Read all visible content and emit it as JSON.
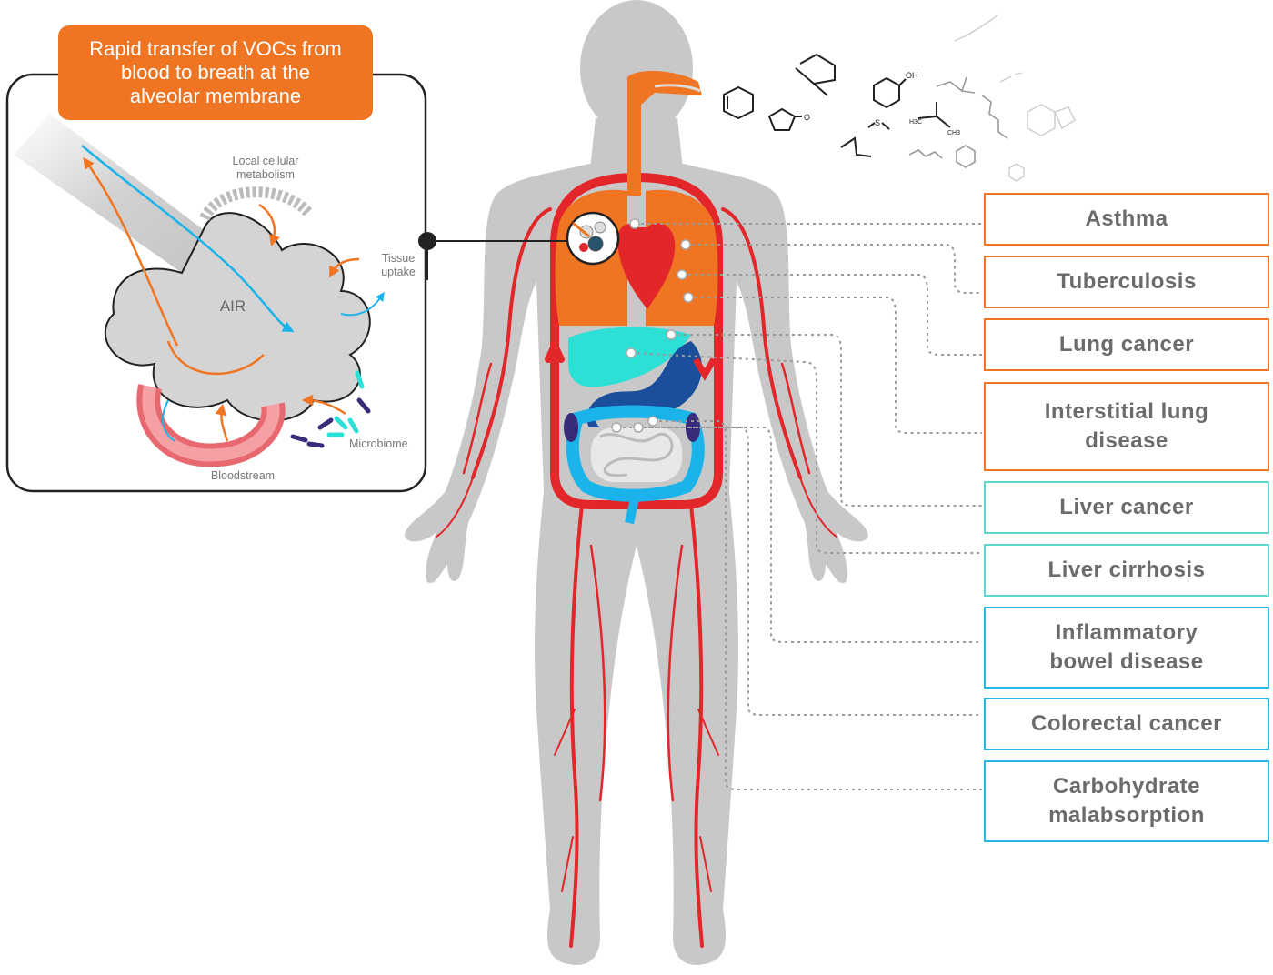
{
  "callout": {
    "line1": "Rapid transfer of VOCs from",
    "line2": "blood to breath at the",
    "line3": "alveolar membrane"
  },
  "inset": {
    "air_label": "AIR",
    "metabolism_line1": "Local cellular",
    "metabolism_line2": "metabolism",
    "tissue_line1": "Tissue",
    "tissue_line2": "uptake",
    "microbiome_label": "Microbiome",
    "bloodstream_label": "Bloodstream"
  },
  "molecules": {
    "oh": "OH",
    "o": "O",
    "s": "S",
    "h3c": "H3C",
    "ch3": "CH3"
  },
  "diseases": [
    {
      "label": "Asthma",
      "color": "#f07522"
    },
    {
      "label": "Tuberculosis",
      "color": "#f07522"
    },
    {
      "label": "Lung cancer",
      "color": "#f07522"
    },
    {
      "label": "Interstitial lung disease",
      "color": "#f07522"
    },
    {
      "label": "Liver cancer",
      "color": "#5dd6cc"
    },
    {
      "label": "Liver cirrhosis",
      "color": "#5dd6cc"
    },
    {
      "label": "Inflammatory bowel disease",
      "color": "#29b4e8"
    },
    {
      "label": "Colorectal cancer",
      "color": "#29b4e8"
    },
    {
      "label": "Carbohydrate malabsorption",
      "color": "#29b4e8"
    }
  ],
  "colors": {
    "orange": "#f07522",
    "teal": "#2de0d6",
    "blue": "#1ab3ea",
    "red": "#e3262a",
    "body_gray": "#c8c8c8",
    "stomach_blue": "#1b4f9c"
  }
}
